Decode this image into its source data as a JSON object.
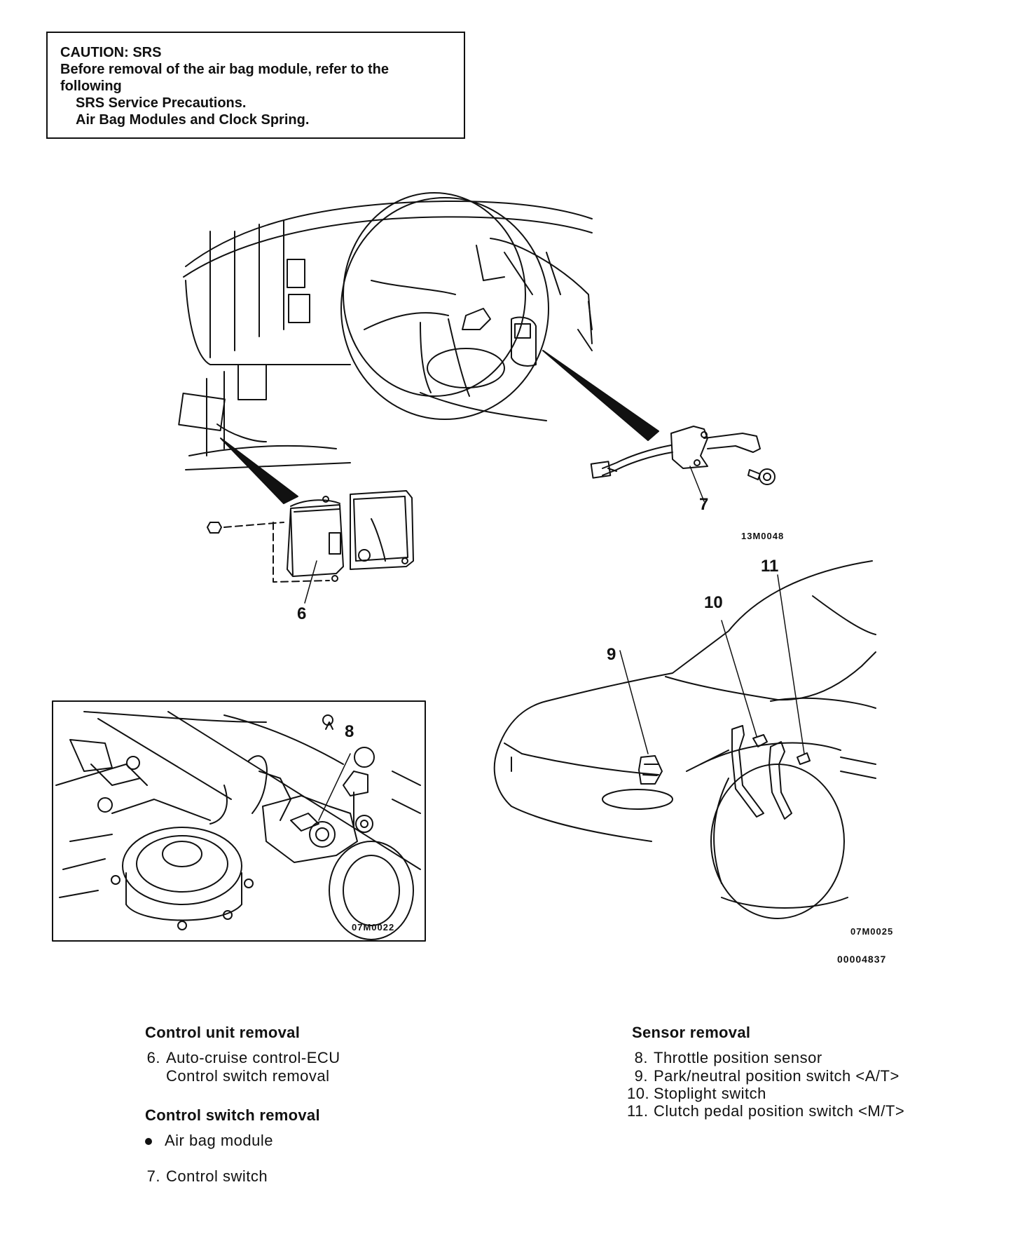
{
  "caution": {
    "title": "CAUTION: SRS",
    "line1": "Before removal of the air bag module, refer to the",
    "line2": "following",
    "line3": "SRS Service Precautions.",
    "line4": "Air Bag Modules and Clock Spring."
  },
  "callouts": {
    "c6": "6",
    "c7": "7",
    "c8": "8",
    "c9": "9",
    "c10": "10",
    "c11": "11"
  },
  "figure_codes": {
    "steering": "13M0048",
    "engine": "07M0022",
    "car": "07M0025",
    "page": "00004837"
  },
  "control_unit": {
    "title": "Control unit removal",
    "item6_num": "6.",
    "item6_line1": "Auto-cruise control-ECU",
    "item6_line2": "Control switch removal"
  },
  "control_switch": {
    "title": "Control switch removal",
    "bullet_item": "Air bag module",
    "item7_num": "7.",
    "item7": "Control switch"
  },
  "sensor": {
    "title": "Sensor removal",
    "items": [
      {
        "num": "8.",
        "text": "Throttle position sensor"
      },
      {
        "num": "9.",
        "text": "Park/neutral position switch <A/T>"
      },
      {
        "num": "10.",
        "text": "Stoplight switch"
      },
      {
        "num": "11.",
        "text": "Clutch pedal position switch <M/T>"
      }
    ]
  }
}
